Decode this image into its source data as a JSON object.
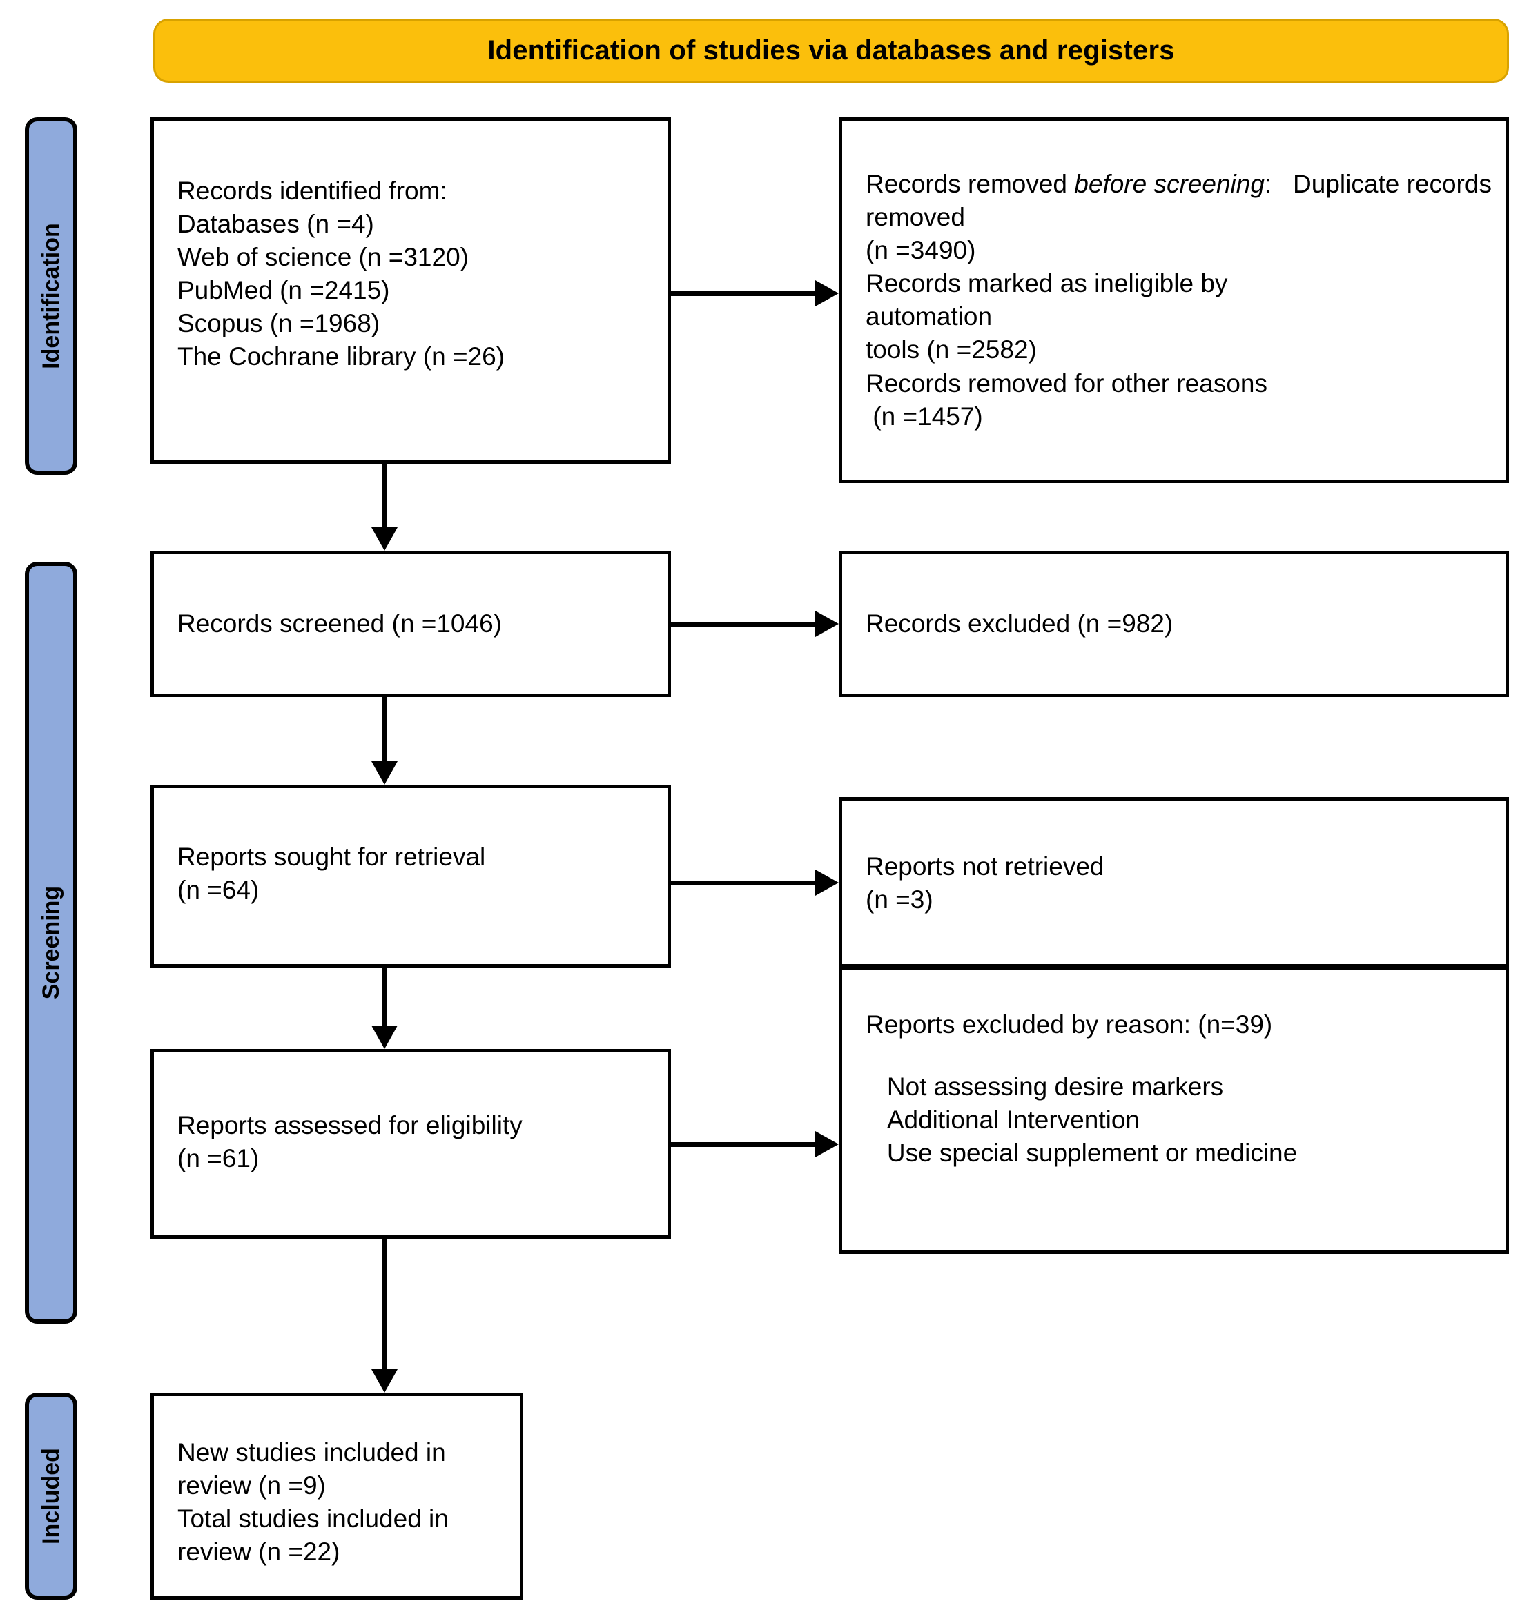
{
  "banner": {
    "title": "Identification of studies via databases and registers"
  },
  "stages": [
    {
      "id": "identification",
      "label": "Identification"
    },
    {
      "id": "screening",
      "label": "Screening"
    },
    {
      "id": "included",
      "label": "Included"
    }
  ],
  "boxes": {
    "identified": {
      "heading": "Records identified from:",
      "lines": [
        "Databases (n =4)",
        "Web of science (n =3120)",
        "PubMed (n =2415)",
        "Scopus (n =1968)",
        "The Cochrane library (n =26)"
      ],
      "text": "Records identified from:\nDatabases (n =4)\nWeb of science (n =3120)\nPubMed (n =2415)\nScopus (n =1968)\nThe Cochrane library (n =26)"
    },
    "removed_before_screening": {
      "heading_prefix": "Records removed ",
      "heading_italic": "before screening",
      "heading_suffix": ":",
      "body": "   Duplicate records removed\n(n =3490)\nRecords marked as ineligible by\nautomation\ntools (n =2582)\nRecords removed for other reasons\n (n =1457)"
    },
    "screened": {
      "text": "Records screened (n =1046)"
    },
    "excluded": {
      "text": "Records excluded (n =982)"
    },
    "sought": {
      "text": "Reports sought for retrieval\n(n =64)"
    },
    "not_retrieved": {
      "text": "Reports not retrieved\n(n =3)"
    },
    "assessed": {
      "text": "Reports assessed for eligibility\n(n =61)"
    },
    "excluded_by_reason": {
      "heading": "Reports excluded by reason: (n=39)",
      "reasons": [
        "Not assessing desire markers",
        "Additional Intervention",
        "Use special supplement or medicine"
      ],
      "reasons_text": "   Not assessing desire markers\n   Additional Intervention\n   Use special supplement or medicine"
    },
    "included": {
      "text": "New studies included in\nreview (n =9)\nTotal studies included in\nreview (n =22)"
    }
  },
  "colors": {
    "banner_fill": "#fbbf0c",
    "banner_border": "#d8a200",
    "stage_fill": "#8faadc",
    "box_border": "#000000",
    "box_fill": "#ffffff",
    "text": "#000000"
  }
}
